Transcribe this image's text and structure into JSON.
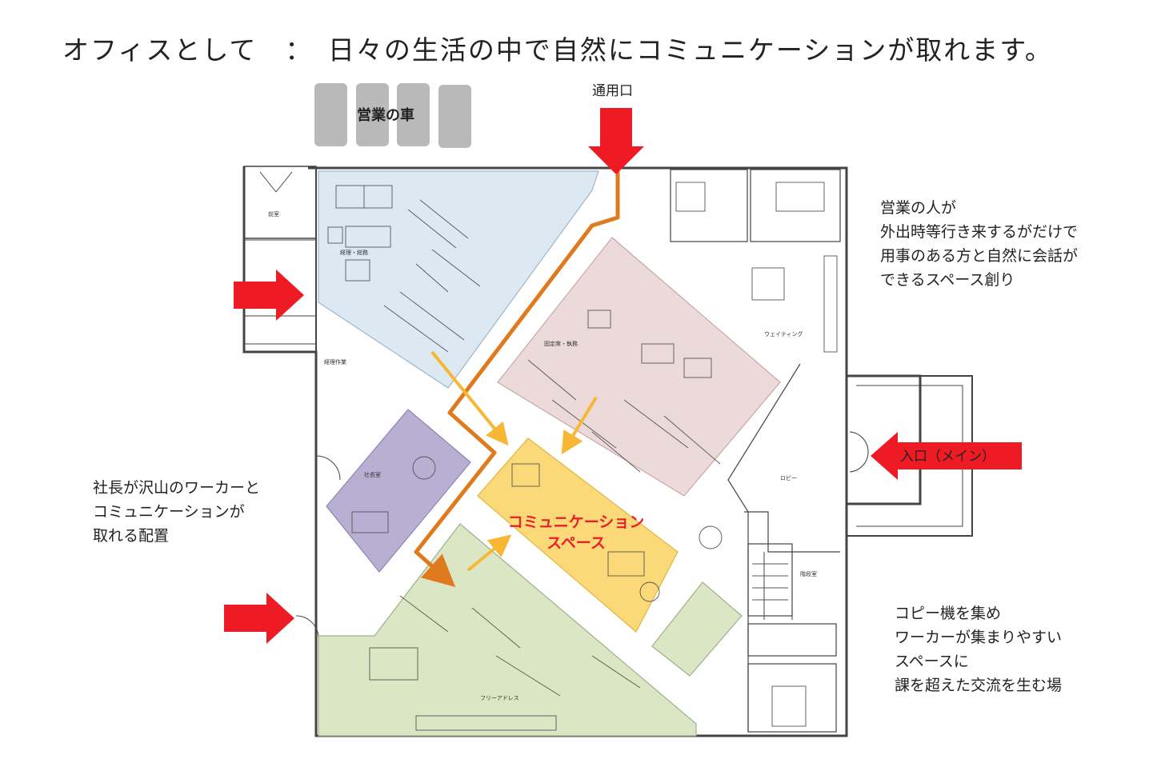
{
  "title": "オフィスとして　：　日々の生活の中で自然にコミュニケーションが取れます。",
  "labels": {
    "sales_cars": "営業の車",
    "service_entrance": "通用口",
    "main_entrance": "入口（メイン）",
    "communication_space_line1": "コミュニケーション",
    "communication_space_line2": "スペース"
  },
  "notes": {
    "sales": [
      "営業の人が",
      "外出時等行き来するがだけで",
      "用事のある方と自然に会話が",
      "できるスペース創り"
    ],
    "president": [
      "社長が沢山のワーカーと",
      "コミュニケーションが",
      "取れる配置"
    ],
    "copy": [
      "コピー機を集め",
      "ワーカーが集まりやすい",
      "スペースに",
      "課を超えた交流を生む場"
    ]
  },
  "colors": {
    "zone_blue": "#dce9f3",
    "zone_pink": "#ecd9d9",
    "zone_purple": "#b9afd3",
    "zone_green": "#dbe6c4",
    "zone_yellow": "#fbd978",
    "path_orange": "#e07a1e",
    "arrow_yellow": "#f7b733",
    "entry_red": "#ee1b24",
    "car_gray": "#b9b9b9"
  }
}
